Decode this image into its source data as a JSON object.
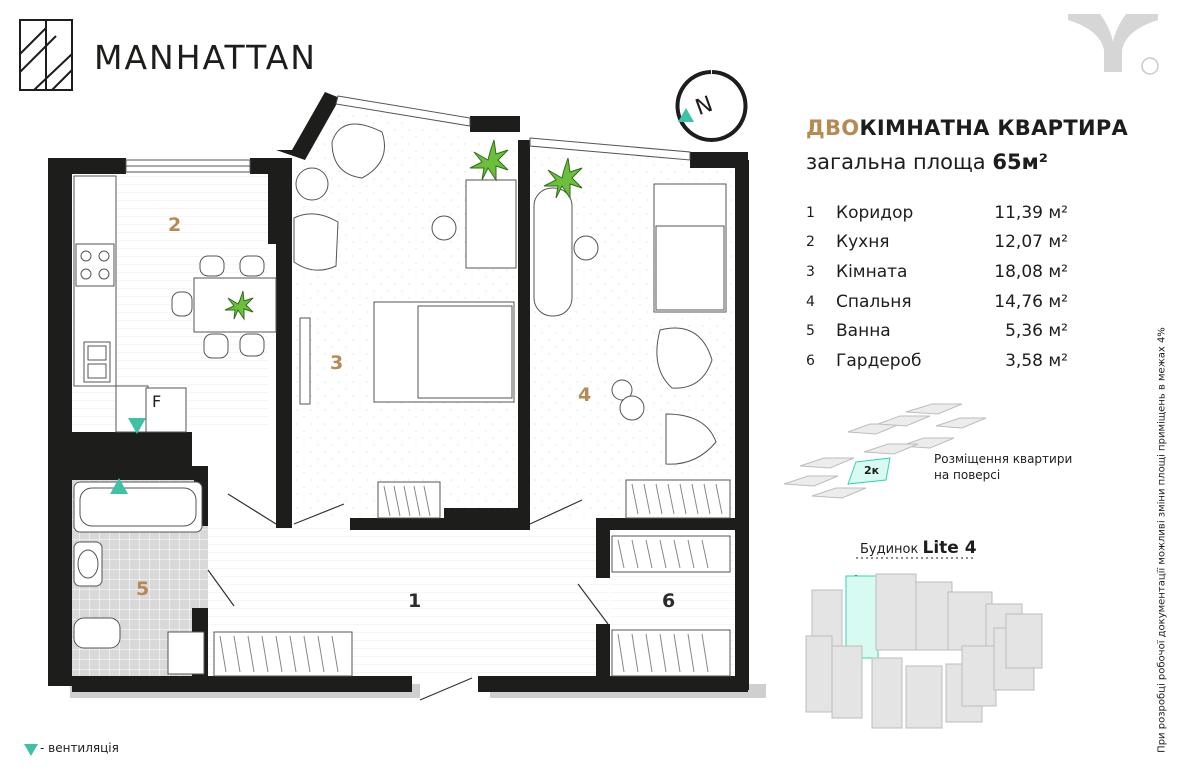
{
  "brand": {
    "name": "MANHATTAN"
  },
  "header": {
    "title_accent": "ДВО",
    "title_rest": "КІМНАТНА КВАРТИРА",
    "subtitle_text": "загальна площа ",
    "subtitle_value": "65м²"
  },
  "rooms": [
    {
      "num": "1",
      "name": "Коридор",
      "area": "11,39 м²"
    },
    {
      "num": "2",
      "name": "Кухня",
      "area": "12,07 м²"
    },
    {
      "num": "3",
      "name": "Кімната",
      "area": "18,08 м²"
    },
    {
      "num": "4",
      "name": "Спальня",
      "area": "14,76 м²"
    },
    {
      "num": "5",
      "name": "Ванна",
      "area": "5,36 м²"
    },
    {
      "num": "6",
      "name": "Гардероб",
      "area": "3,58 м²"
    }
  ],
  "plan_labels": {
    "r1": "1",
    "r2": "2",
    "r3": "3",
    "r4": "4",
    "r5": "5",
    "r6": "6",
    "fridge": "F",
    "compass": "N",
    "floor_unit": "2к"
  },
  "floor_map": {
    "caption_line1": "Розміщення квартири",
    "caption_line2": "на поверсі"
  },
  "building": {
    "label": "Будинок",
    "name": "Lite 4"
  },
  "legend": {
    "text": "- вентиляція"
  },
  "side_note": "При розробці робочої документації можливі зміни площі приміщень в межах 4%",
  "colors": {
    "accent": "#b68a53",
    "vent": "#3ec1a6",
    "wall": "#1d1d1b",
    "highlight": "#36d2ae"
  }
}
